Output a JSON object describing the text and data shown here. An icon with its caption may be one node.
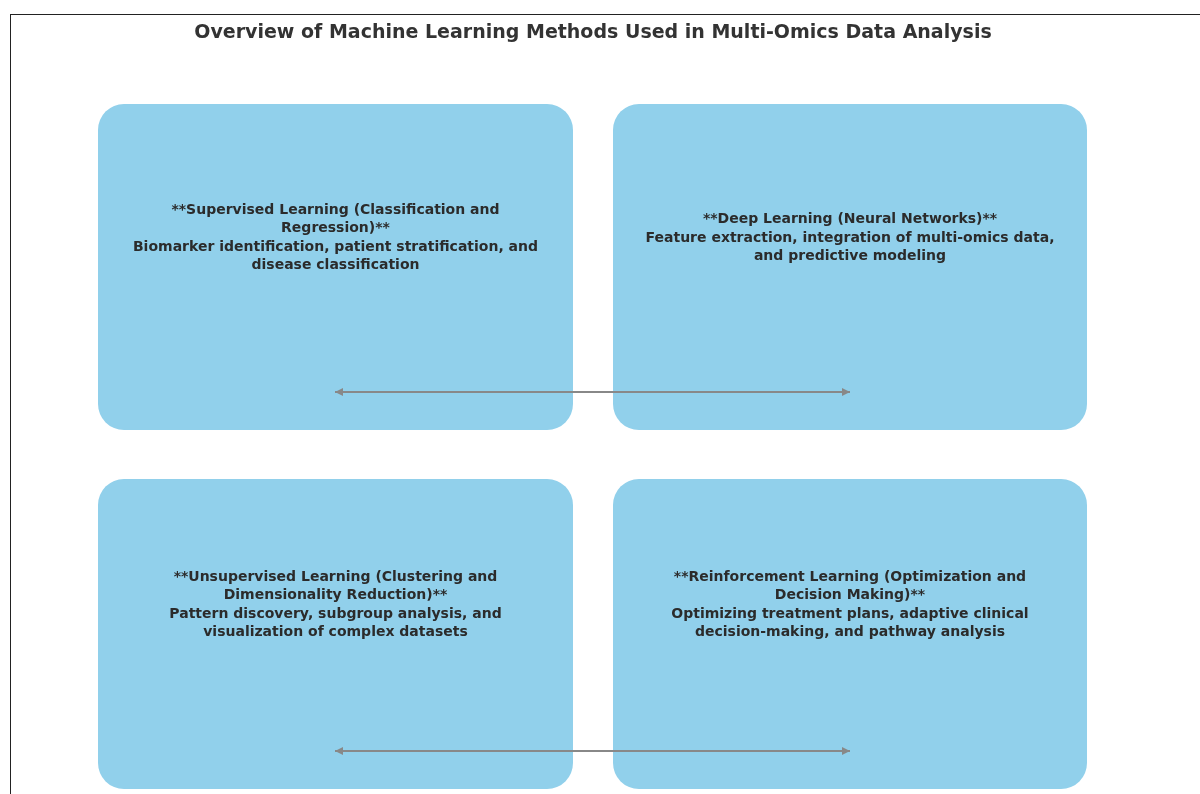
{
  "diagram": {
    "title": "Overview of Machine Learning Methods Used in Multi-Omics Data Analysis",
    "nodes": [
      {
        "text": [
          "**Supervised Learning (Classification and Regression)**",
          "Biomarker identification, patient stratification, and disease classification"
        ]
      },
      {
        "text": [
          "**Deep Learning (Neural Networks)**",
          "Feature extraction, integration of multi-omics data, and predictive modeling"
        ]
      },
      {
        "text": [
          "**Unsupervised Learning (Clustering and Dimensionality Reduction)**",
          "Pattern discovery, subgroup analysis, and visualization of complex datasets"
        ]
      },
      {
        "text": [
          "**Reinforcement Learning (Optimization and Decision Making)**",
          "Optimizing treatment plans, adaptive clinical decision-making, and pathway analysis"
        ]
      }
    ],
    "edges": [
      {
        "from": 0,
        "to": 1,
        "arrow": "both"
      },
      {
        "from": 2,
        "to": 3,
        "arrow": "both"
      }
    ]
  }
}
